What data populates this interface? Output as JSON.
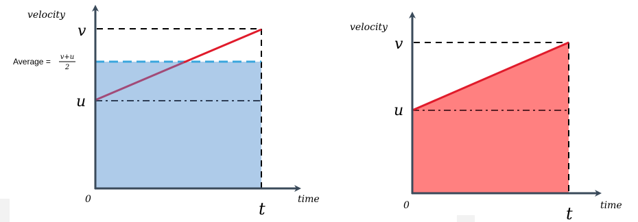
{
  "colors": {
    "left_fill": "#aecbe9",
    "left_average_line": "#3aa6dd",
    "right_fill": "#ff8080",
    "velocity_line": "#e01b2b",
    "axis": "#3a4a5a",
    "dashed": "#000000"
  },
  "left_graph": {
    "y_axis_label": "velocity",
    "x_axis_label": "time",
    "origin_label": "0",
    "v_label": "v",
    "u_label": "u",
    "t_label": "t",
    "average": {
      "prefix": "Average =",
      "numerator": "v+u",
      "denominator": "2"
    }
  },
  "right_graph": {
    "y_axis_label": "velocity",
    "x_axis_label": "time",
    "origin_label": "0",
    "v_label": "v",
    "u_label": "u",
    "t_label": "t"
  }
}
